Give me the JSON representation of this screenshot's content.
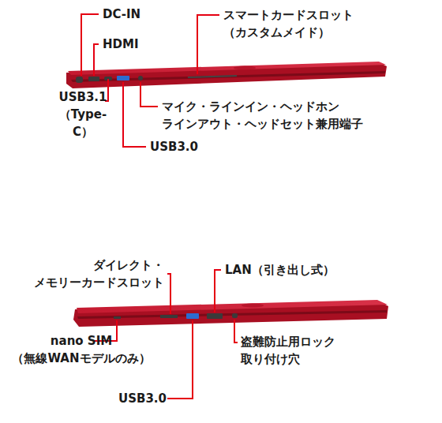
{
  "diagram": {
    "labels": [
      "DC-IN",
      "HDMI",
      "スマートカードスロット （カスタムメイド）",
      "USB3.1 （Type-C）",
      "マイク・ラインイン・ヘッドホン ラインアウト・ヘッドセット兼用端子",
      "USB3.0",
      "ダイレクト・ メモリーカードスロット",
      "LAN（引き出し式）",
      "nano SIM （無線WANモデルのみ）",
      "USB3.0",
      "盗難防止用ロック 取り付け穴"
    ]
  }
}
